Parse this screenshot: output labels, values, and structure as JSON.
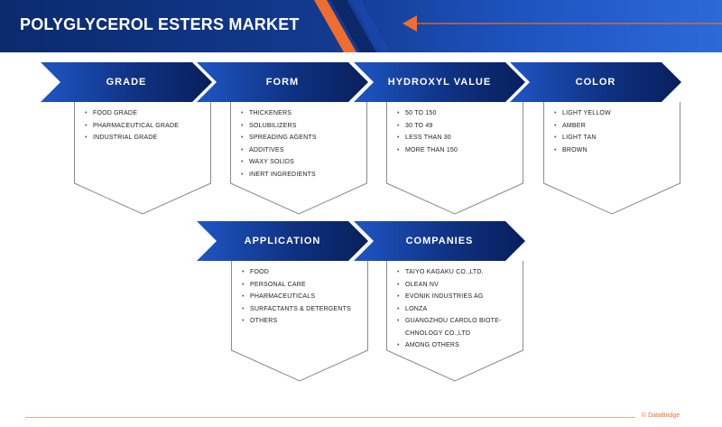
{
  "header": {
    "title": "POLYGLYCEROL ESTERS MARKET"
  },
  "colors": {
    "navy": "#0b2a6e",
    "blue": "#1f56c4",
    "orange": "#ef6d2e",
    "border": "#8a8a8a"
  },
  "segments": [
    {
      "label": "GRADE",
      "items": [
        "FOOD GRADE",
        "PHARMACEUTICAL GRADE",
        "INDUSTRIAL GRADE"
      ]
    },
    {
      "label": "FORM",
      "items": [
        "THICKENERS",
        "SOLUBILIZERS",
        "SPREADING AGENTS",
        "ADDITIVES",
        "WAXY SOLIDS",
        "INERT INGREDIENTS"
      ]
    },
    {
      "label": "HYDROXYL VALUE",
      "items": [
        "50 TO 150",
        "30 TO 49",
        "LESS THAN 30",
        "MORE THAN 150"
      ]
    },
    {
      "label": "COLOR",
      "items": [
        "LIGHT YELLOW",
        "AMBER",
        "LIGHT TAN",
        "BROWN"
      ]
    },
    {
      "label": "APPLICATION",
      "items": [
        "FOOD",
        "PERSONAL CARE",
        "PHARMACEUTICALS",
        "SURFACTANTS & DETERGENTS",
        "OTHERS"
      ]
    },
    {
      "label": "COMPANIES",
      "items": [
        "TAIYO KAGAKU CO.,LTD.",
        "OLEAN NV",
        "EVONIK INDUSTRIES AG",
        "LONZA",
        "GUANGZHOU CARDLO BIOTE-",
        "CHNOLOGY CO.,LTD",
        "AMONG OTHERS"
      ]
    }
  ],
  "footer": {
    "credit": "© DataBridge"
  }
}
